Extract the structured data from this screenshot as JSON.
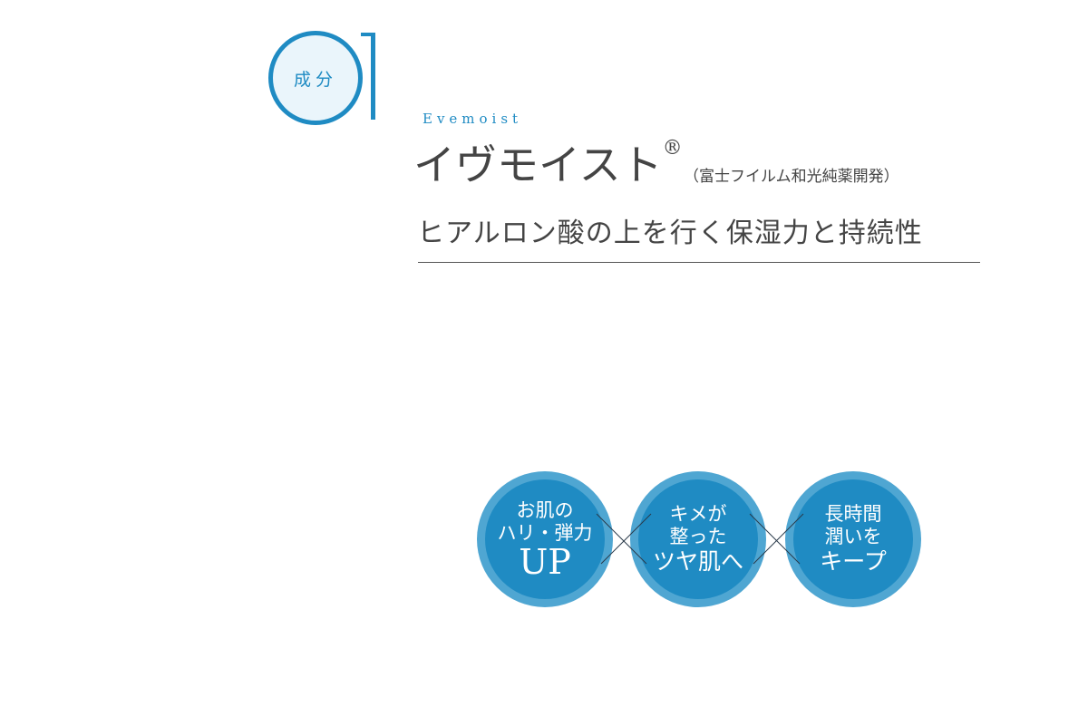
{
  "badge": {
    "label": "成分"
  },
  "product": {
    "english": "Evemoist",
    "name": "イヴモイスト",
    "registered": "®",
    "developer": "（富士フイルム和光純薬開発）",
    "tagline": "ヒアルロン酸の上を行く保湿力と持続性"
  },
  "benefits": [
    {
      "line1": "お肌の",
      "line2": "ハリ・弾力",
      "line3": "UP"
    },
    {
      "line1": "キメが",
      "line2": "整った",
      "line3": "ツヤ肌へ"
    },
    {
      "line1": "長時間",
      "line2": "潤いを",
      "line3": "キープ"
    }
  ],
  "colors": {
    "accent": "#1f8bc3",
    "ring": "#4fa6d2"
  }
}
